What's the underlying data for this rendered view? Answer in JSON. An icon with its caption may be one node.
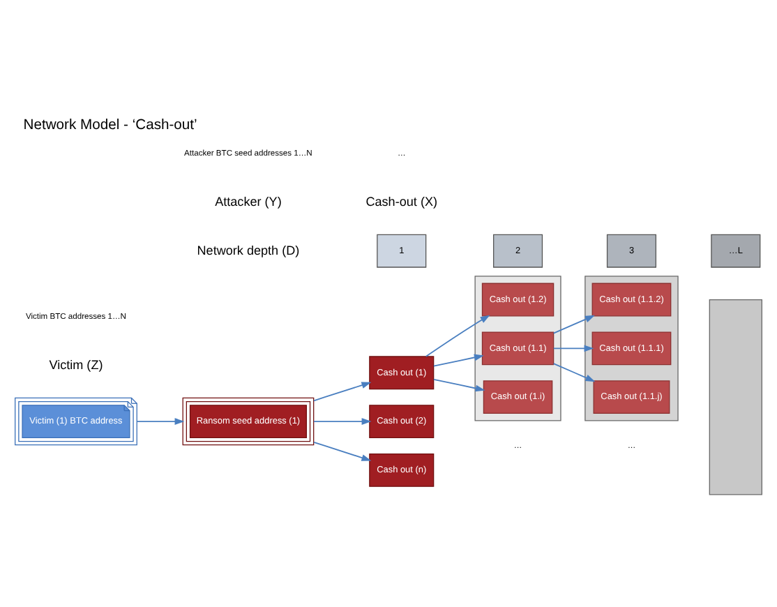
{
  "diagram": {
    "title": "Network Model - ‘Cash-out’",
    "nodes": [
      {
        "text": [
          "Victim (1) BTC address"
        ]
      },
      {
        "text": [
          "Ransom seed address (1)"
        ]
      },
      {
        "text": [
          "Cash out (1)"
        ]
      },
      {
        "text": [
          "Cash out (2)"
        ]
      },
      {
        "text": [
          "Cash out (n)"
        ]
      },
      {
        "text": [],
        "shape": "box"
      },
      {
        "text": [
          "Cash out (1.1)"
        ],
        "in": 5
      },
      {
        "text": [
          "Cash out (1.2)"
        ],
        "in": 5
      },
      {
        "text": [
          "Cash out (1.i)"
        ],
        "in": 5
      },
      {
        "text": [],
        "shape": "box"
      },
      {
        "text": [
          "Cash out (1.1.1)"
        ],
        "in": 9
      },
      {
        "text": [
          "Cash out (1.1.2)"
        ],
        "in": 9
      },
      {
        "text": [
          "Cash out (1.1.j)"
        ],
        "in": 9
      },
      {
        "text": [],
        "shape": "box"
      },
      {
        "text": [
          "1"
        ]
      },
      {
        "text": [
          "2"
        ]
      },
      {
        "text": [
          "3"
        ]
      },
      {
        "text": [
          "…L"
        ]
      }
    ],
    "edges": [
      {
        "from": 0,
        "to": 1,
        "arrow": "to"
      },
      {
        "from": 1,
        "to": 2,
        "arrow": "to"
      },
      {
        "from": 1,
        "to": 3,
        "arrow": "to"
      },
      {
        "from": 1,
        "to": 4,
        "arrow": "to"
      },
      {
        "from": 2,
        "to": 6,
        "arrow": "to"
      },
      {
        "from": 2,
        "to": 7,
        "arrow": "to"
      },
      {
        "from": 2,
        "to": 8,
        "arrow": "to"
      },
      {
        "from": 6,
        "to": 10,
        "arrow": "to"
      },
      {
        "from": 6,
        "to": 11,
        "arrow": "to"
      },
      {
        "from": 6,
        "to": 12,
        "arrow": "to"
      }
    ],
    "labels": [
      "Victim (Z)",
      "Victim BTC addresses 1…N",
      "Attacker (Y)",
      "Attacker BTC seed addresses 1…N",
      "Cash-out (X)",
      "…",
      "…",
      "…",
      "Network depth (D)"
    ]
  }
}
